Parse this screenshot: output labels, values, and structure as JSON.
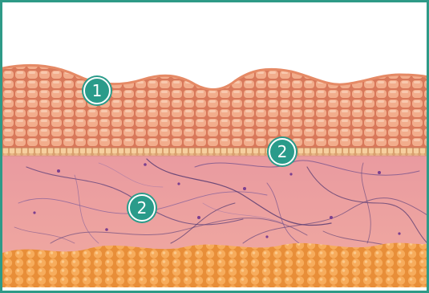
{
  "markers": [
    {
      "label": "1"
    },
    {
      "label": "2"
    },
    {
      "label": "2"
    }
  ],
  "colors": {
    "frame": "#2e9a87",
    "marker": "#2a9b8a",
    "epidermis_cells": "#f0a686",
    "basement_layer": "#f5c898",
    "dermis": "#eb9da0",
    "fibers": "#6a4a8a",
    "fat_layer": "#f4a453"
  }
}
